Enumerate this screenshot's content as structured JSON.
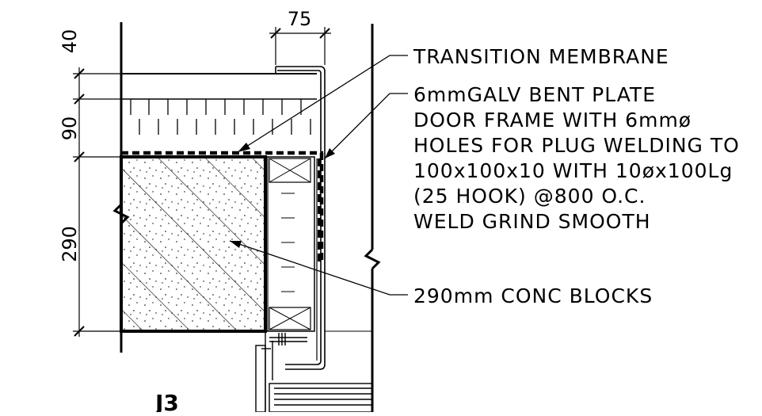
{
  "dimensions": {
    "top_width": "75",
    "left_stack": [
      "40",
      "90",
      "290"
    ]
  },
  "callouts": {
    "membrane": "TRANSITION MEMBRANE",
    "plate": [
      "6mmGALV BENT PLATE",
      "DOOR FRAME WITH 6mmø",
      "HOLES FOR PLUG WELDING TO",
      "100x100x10 WITH 10øx100Lg",
      "(25 HOOK) @800 O.C.",
      "WELD GRIND SMOOTH"
    ],
    "blocks": "290mm CONC BLOCKS"
  },
  "detail_tag": "J3"
}
